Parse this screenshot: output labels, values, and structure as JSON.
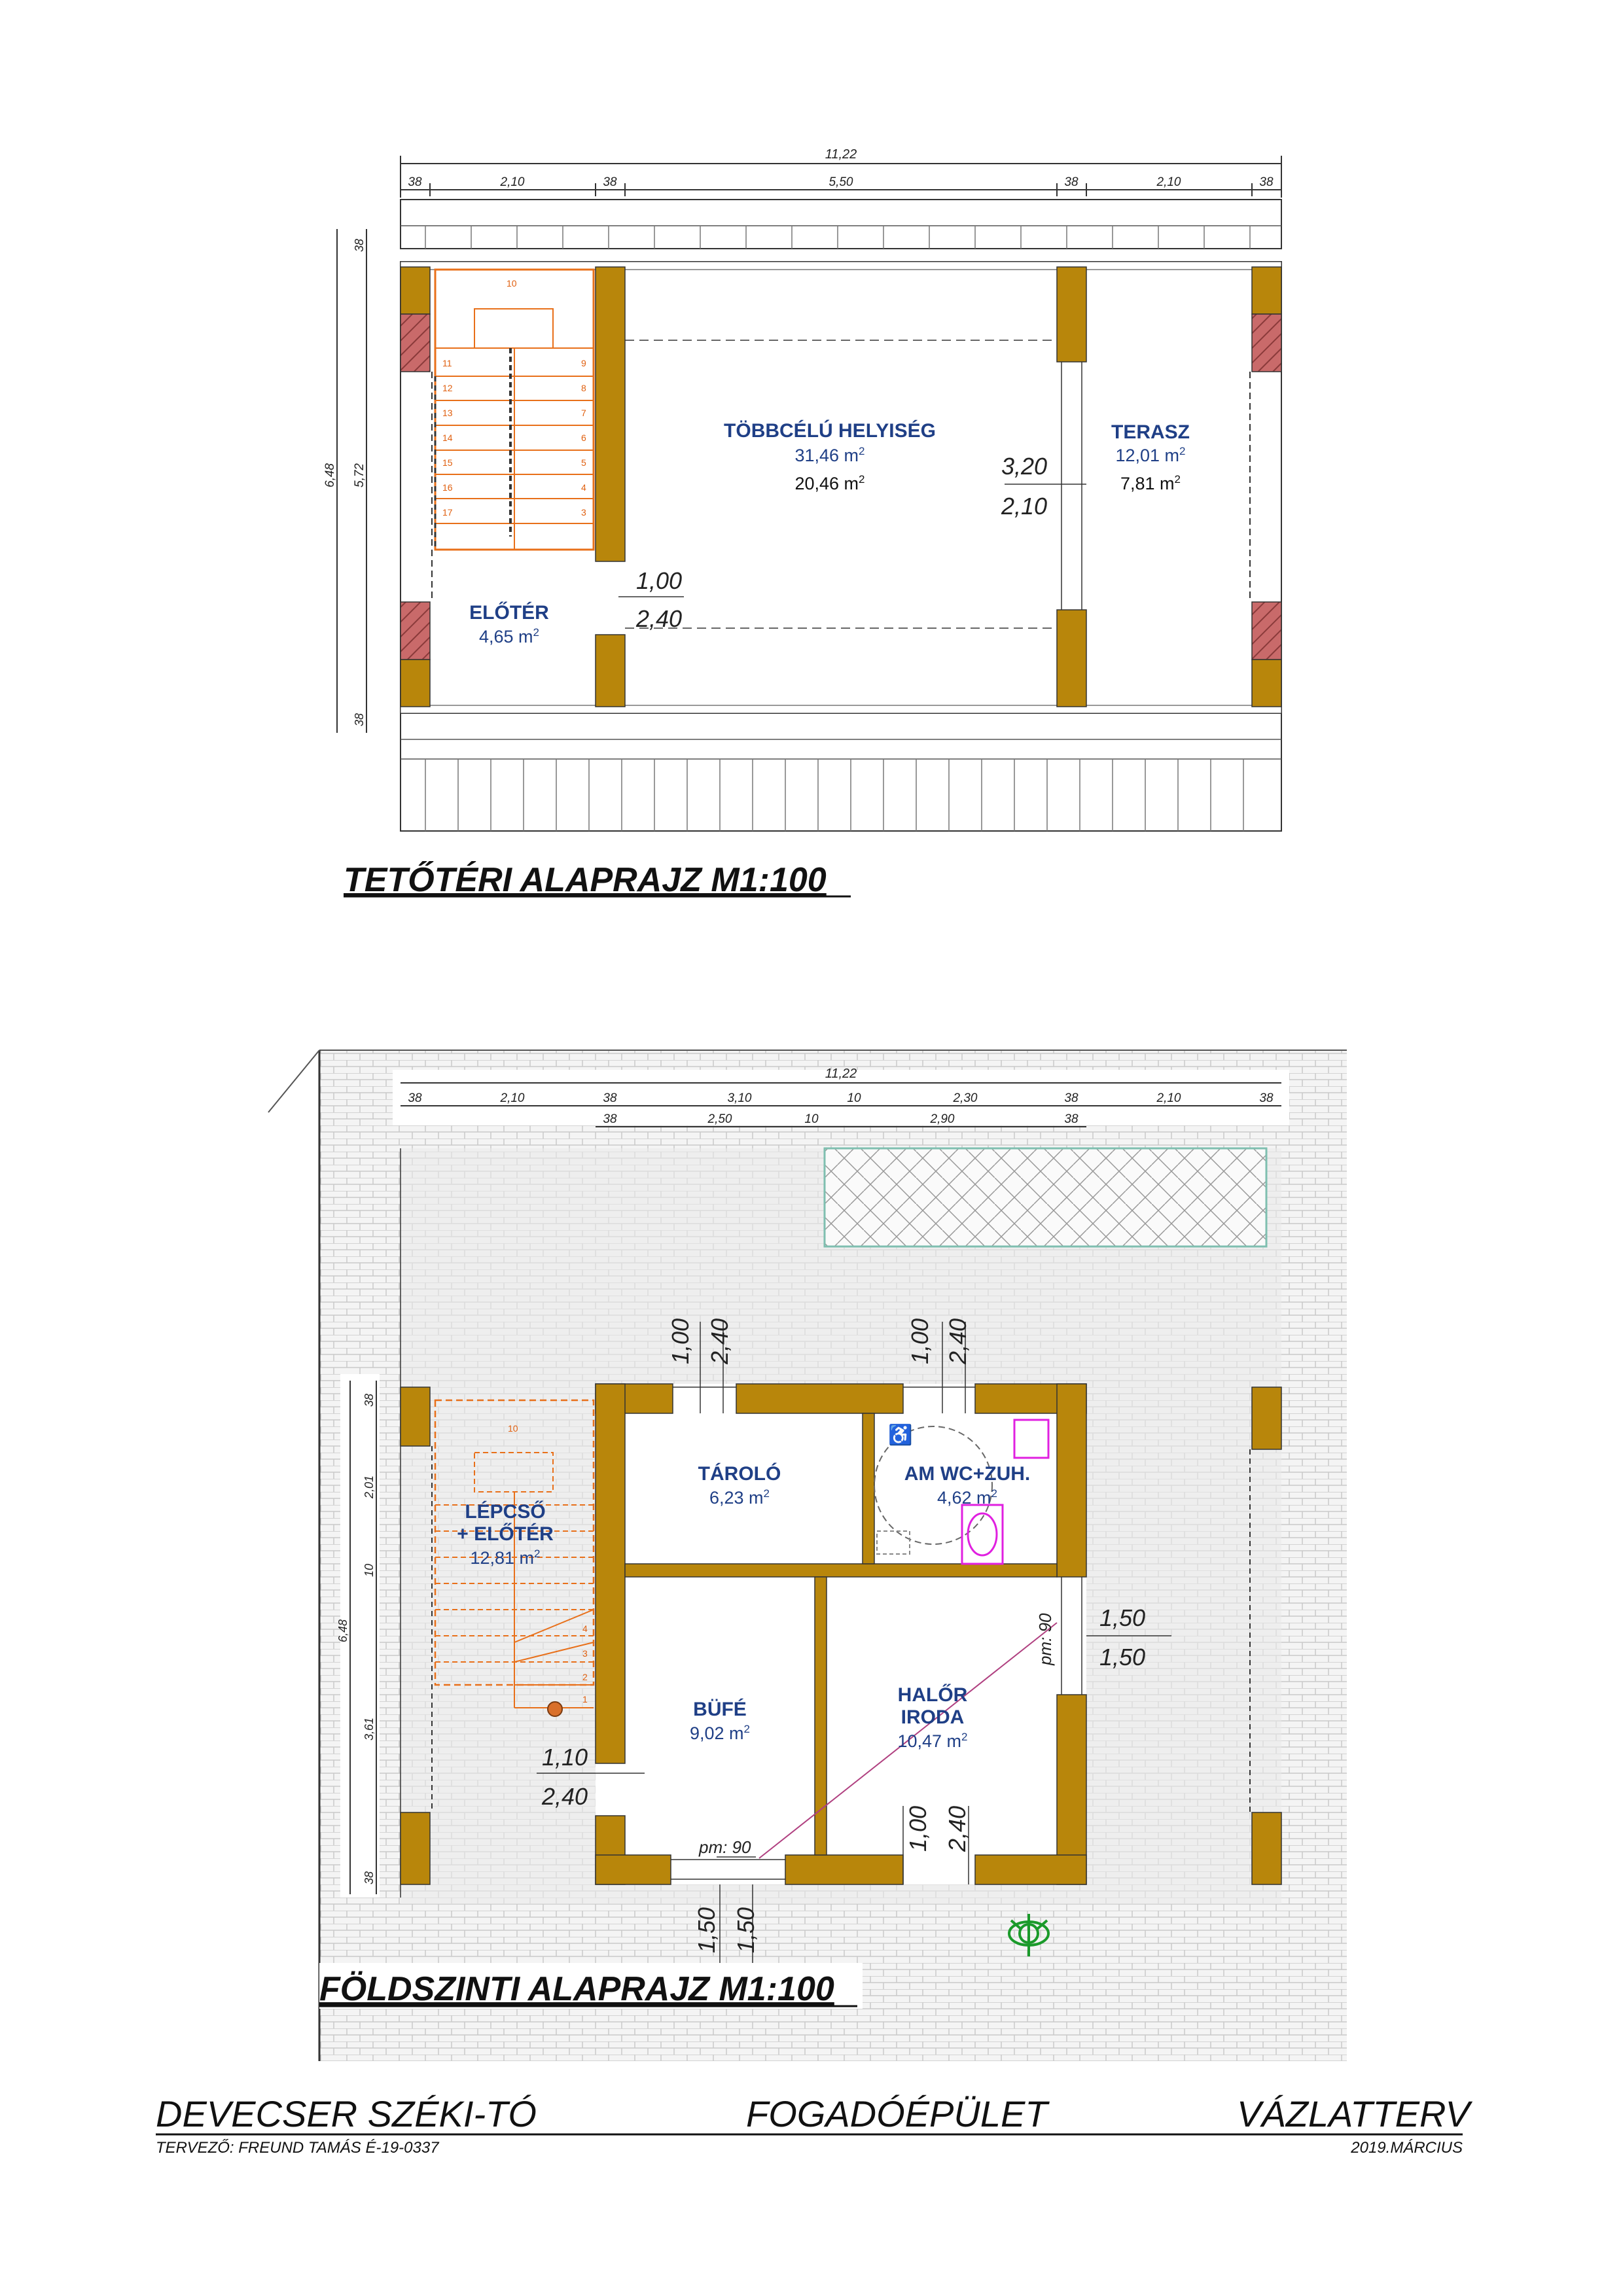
{
  "colors": {
    "wall": "#b8860b",
    "wall_dark": "#6b4a12",
    "stair": "#e8701a",
    "room_text": "#1f3f86",
    "magenta": "#e020e0",
    "green": "#1a9a2a",
    "brick": "#b85c5c"
  },
  "upper": {
    "title": "TETŐTÉRI ALAPRAJZ M1:100",
    "dims_top_total": "11,22",
    "dims_top": [
      "38",
      "2,10",
      "38",
      "5,50",
      "38",
      "2,10",
      "38"
    ],
    "dims_left": [
      "38",
      "6,48",
      "5,72",
      "38"
    ],
    "rooms": [
      {
        "name": "TÖBBCÉLÚ HELYISÉG",
        "area1": "31,46 m",
        "area2": "20,46 m"
      },
      {
        "name": "TERASZ",
        "area1": "12,01 m",
        "area2": "7,81 m"
      },
      {
        "name": "ELŐTÉR",
        "area1": "4,65 m"
      }
    ],
    "door_dims": [
      "1,00",
      "2,40"
    ],
    "window_dims": [
      "3,20",
      "2,10"
    ],
    "stair_steps_left": [
      "11",
      "12",
      "13",
      "14",
      "15",
      "16",
      "17"
    ],
    "stair_steps_right": [
      "9",
      "8",
      "7",
      "6",
      "5",
      "4",
      "3"
    ],
    "stair_top": "10"
  },
  "lower": {
    "title": "FÖLDSZINTI ALAPRAJZ M1:100",
    "dims_top_total": "11,22",
    "dims_top1": [
      "38",
      "2,10",
      "38",
      "3,10",
      "10",
      "2,30",
      "38",
      "2,10",
      "38"
    ],
    "dims_top2": [
      "38",
      "2,50",
      "10",
      "2,90",
      "38"
    ],
    "dims_left": [
      "38",
      "2,01",
      "10",
      "6,48",
      "3,61",
      "38"
    ],
    "rooms": [
      {
        "name": "TÁROLÓ",
        "area": "6,23 m"
      },
      {
        "name": "AM WC+ZUH.",
        "area": "4,62 m"
      },
      {
        "name1": "LÉPCSŐ",
        "name2": "+ ELŐTÉR",
        "area": "12,81 m"
      },
      {
        "name": "BÜFÉ",
        "area": "9,02 m"
      },
      {
        "name1": "HALŐR",
        "name2": "IRODA",
        "area": "10,47 m"
      }
    ],
    "door_dims": {
      "d1": [
        "1,00",
        "2,40"
      ],
      "d2": [
        "1,00",
        "2,40"
      ],
      "d3": [
        "1,10",
        "2,40"
      ],
      "d4": [
        "1,00",
        "2,40"
      ],
      "w1": [
        "1,50",
        "1,50"
      ],
      "w2": [
        "1,50",
        "1,50"
      ]
    },
    "pm": [
      "pm: 90",
      "pm: 90"
    ],
    "stair_steps": [
      "1",
      "2",
      "3",
      "4"
    ],
    "stair_top": "10"
  },
  "footer": {
    "left": "DEVECSER  SZÉKI-TÓ",
    "center": "FOGADÓÉPÜLET",
    "right": "VÁZLATTERV",
    "designer": "TERVEZŐ: FREUND TAMÁS É-19-0337",
    "date": "2019.MÁRCIUS"
  },
  "sup": "2"
}
